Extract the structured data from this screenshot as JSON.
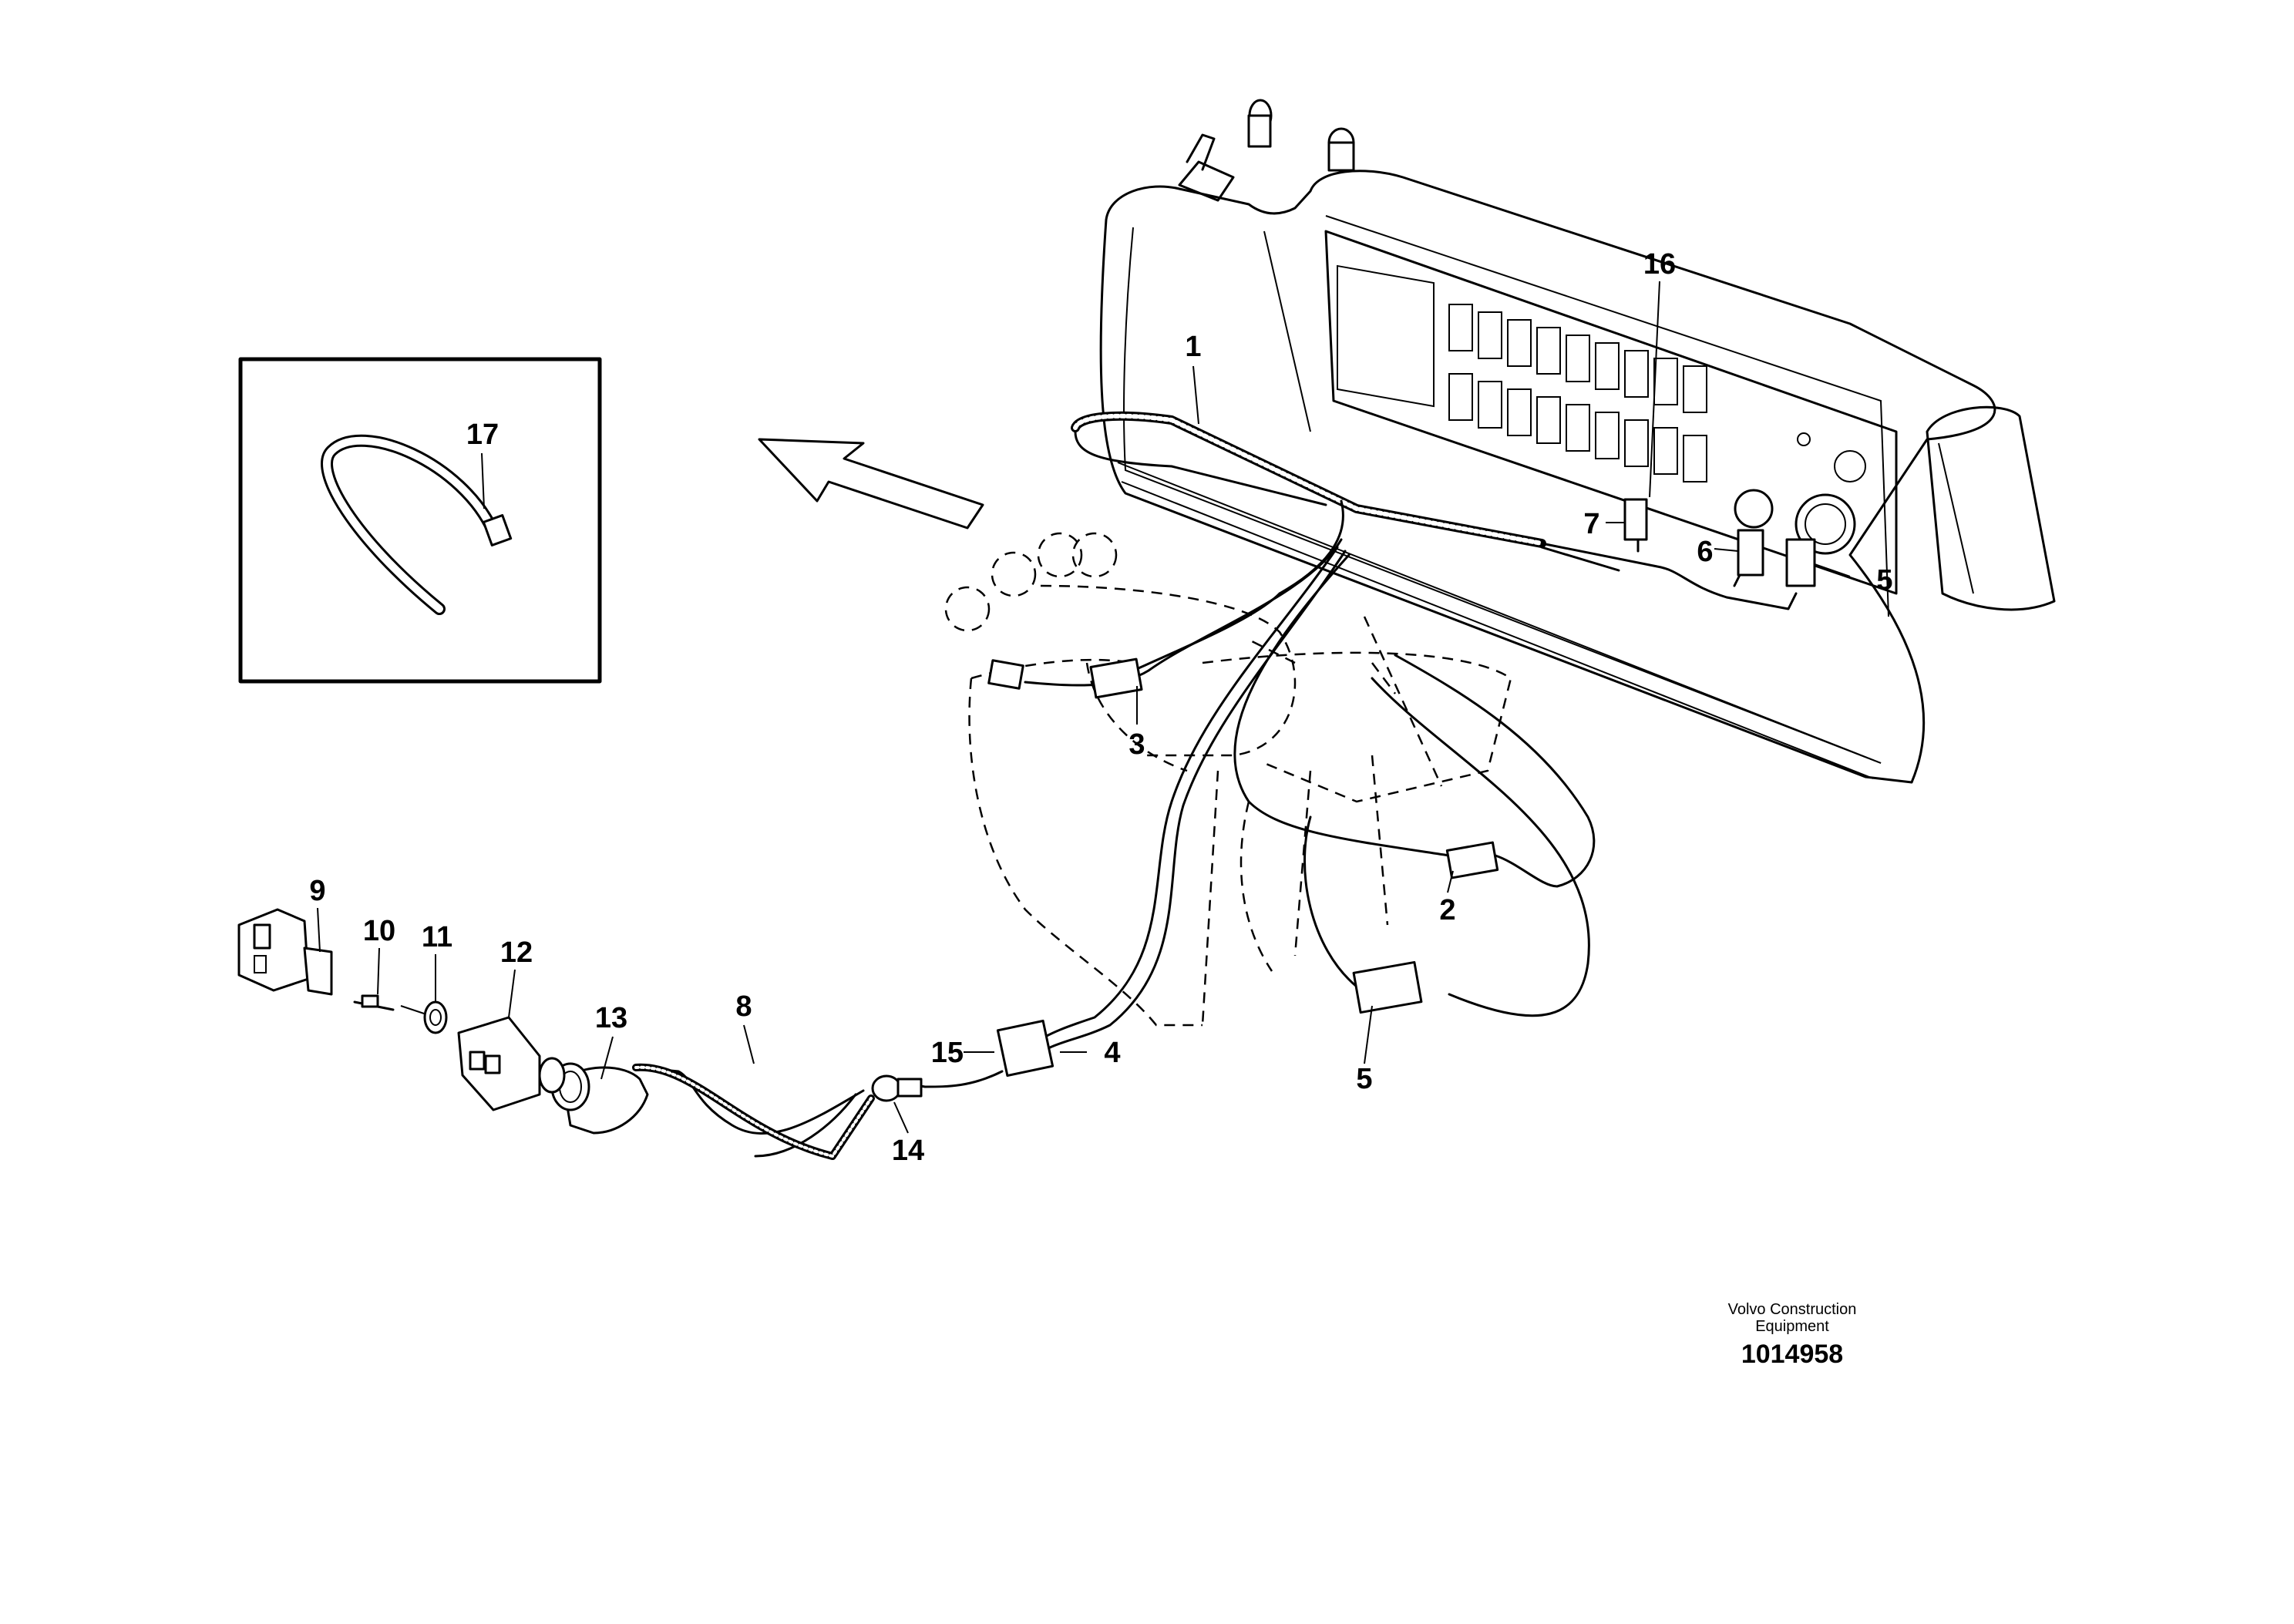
{
  "callouts": [
    "1",
    "2",
    "3",
    "4",
    "5",
    "5",
    "6",
    "7",
    "8",
    "9",
    "10",
    "11",
    "12",
    "13",
    "14",
    "15",
    "16",
    "17"
  ],
  "watermark": {
    "line1": "Volvo Construction",
    "line2": "Equipment",
    "number": "1014958"
  }
}
